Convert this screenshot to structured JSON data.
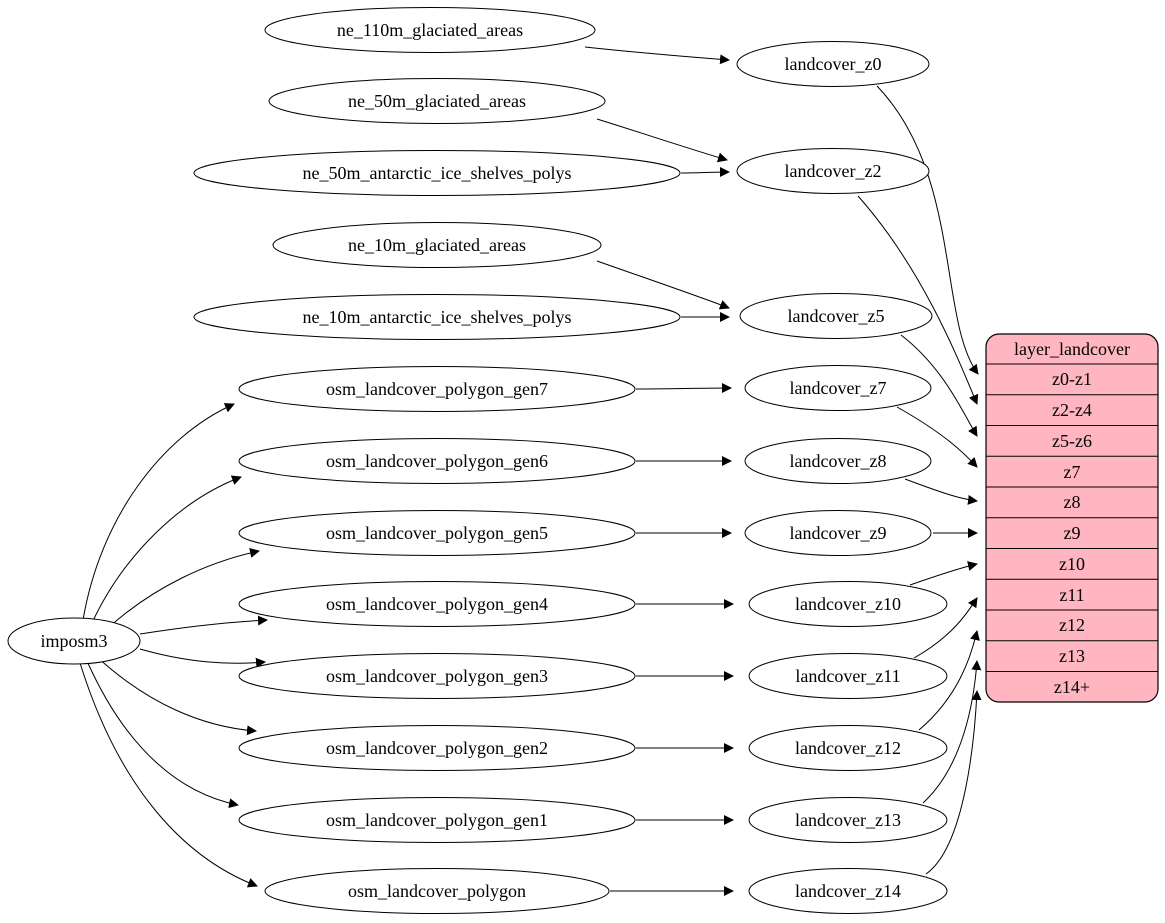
{
  "colors": {
    "record_fill": "#ffb6c1",
    "node_fill": "#ffffff",
    "stroke": "#000000",
    "background": "#ffffff"
  },
  "root": {
    "label": "imposm3"
  },
  "sources": [
    {
      "label": "ne_110m_glaciated_areas"
    },
    {
      "label": "ne_50m_glaciated_areas"
    },
    {
      "label": "ne_50m_antarctic_ice_shelves_polys"
    },
    {
      "label": "ne_10m_glaciated_areas"
    },
    {
      "label": "ne_10m_antarctic_ice_shelves_polys"
    },
    {
      "label": "osm_landcover_polygon_gen7"
    },
    {
      "label": "osm_landcover_polygon_gen6"
    },
    {
      "label": "osm_landcover_polygon_gen5"
    },
    {
      "label": "osm_landcover_polygon_gen4"
    },
    {
      "label": "osm_landcover_polygon_gen3"
    },
    {
      "label": "osm_landcover_polygon_gen2"
    },
    {
      "label": "osm_landcover_polygon_gen1"
    },
    {
      "label": "osm_landcover_polygon"
    }
  ],
  "generalized": [
    {
      "label": "landcover_z0"
    },
    {
      "label": "landcover_z2"
    },
    {
      "label": "landcover_z5"
    },
    {
      "label": "landcover_z7"
    },
    {
      "label": "landcover_z8"
    },
    {
      "label": "landcover_z9"
    },
    {
      "label": "landcover_z10"
    },
    {
      "label": "landcover_z11"
    },
    {
      "label": "landcover_z12"
    },
    {
      "label": "landcover_z13"
    },
    {
      "label": "landcover_z14"
    }
  ],
  "record": {
    "title": "layer_landcover",
    "rows": [
      "z0-z1",
      "z2-z4",
      "z5-z6",
      "z7",
      "z8",
      "z9",
      "z10",
      "z11",
      "z12",
      "z13",
      "z14+"
    ]
  },
  "edges": {
    "root_to_sources": [
      [
        "imposm3",
        "osm_landcover_polygon_gen7"
      ],
      [
        "imposm3",
        "osm_landcover_polygon_gen6"
      ],
      [
        "imposm3",
        "osm_landcover_polygon_gen5"
      ],
      [
        "imposm3",
        "osm_landcover_polygon_gen4"
      ],
      [
        "imposm3",
        "osm_landcover_polygon_gen3"
      ],
      [
        "imposm3",
        "osm_landcover_polygon_gen2"
      ],
      [
        "imposm3",
        "osm_landcover_polygon_gen1"
      ],
      [
        "imposm3",
        "osm_landcover_polygon"
      ]
    ],
    "source_to_generalized": [
      [
        "ne_110m_glaciated_areas",
        "landcover_z0"
      ],
      [
        "ne_50m_glaciated_areas",
        "landcover_z2"
      ],
      [
        "ne_50m_antarctic_ice_shelves_polys",
        "landcover_z2"
      ],
      [
        "ne_10m_glaciated_areas",
        "landcover_z5"
      ],
      [
        "ne_10m_antarctic_ice_shelves_polys",
        "landcover_z5"
      ],
      [
        "osm_landcover_polygon_gen7",
        "landcover_z7"
      ],
      [
        "osm_landcover_polygon_gen6",
        "landcover_z8"
      ],
      [
        "osm_landcover_polygon_gen5",
        "landcover_z9"
      ],
      [
        "osm_landcover_polygon_gen4",
        "landcover_z10"
      ],
      [
        "osm_landcover_polygon_gen3",
        "landcover_z11"
      ],
      [
        "osm_landcover_polygon_gen2",
        "landcover_z12"
      ],
      [
        "osm_landcover_polygon_gen1",
        "landcover_z13"
      ],
      [
        "osm_landcover_polygon",
        "landcover_z14"
      ]
    ],
    "generalized_to_record": [
      [
        "landcover_z0",
        "z0-z1"
      ],
      [
        "landcover_z2",
        "z2-z4"
      ],
      [
        "landcover_z5",
        "z5-z6"
      ],
      [
        "landcover_z7",
        "z7"
      ],
      [
        "landcover_z8",
        "z8"
      ],
      [
        "landcover_z9",
        "z9"
      ],
      [
        "landcover_z10",
        "z10"
      ],
      [
        "landcover_z11",
        "z11"
      ],
      [
        "landcover_z12",
        "z12"
      ],
      [
        "landcover_z13",
        "z13"
      ],
      [
        "landcover_z14",
        "z14+"
      ]
    ]
  }
}
